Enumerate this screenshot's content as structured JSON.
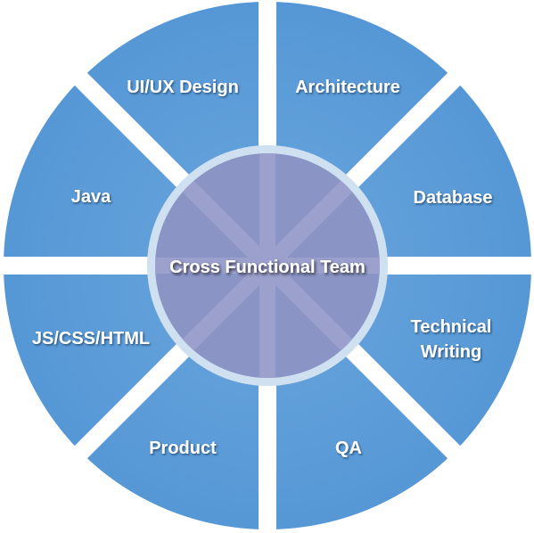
{
  "center": {
    "label": "Cross Functional Team"
  },
  "segments": [
    {
      "label": "Architecture"
    },
    {
      "label": "Database"
    },
    {
      "label": "Technical",
      "label2": "Writing"
    },
    {
      "label": "QA"
    },
    {
      "label": "Product"
    },
    {
      "label": "JS/CSS/HTML"
    },
    {
      "label": "Java"
    },
    {
      "label": "UI/UX Design"
    }
  ],
  "colors": {
    "segment_fill": "#5b9bd5",
    "segment_gradient_dark": "#4f8ed0",
    "gap": "#ffffff",
    "center_fill": "#8c96c6",
    "center_ring": "#c9dbef",
    "label_text": "#ffffff"
  }
}
